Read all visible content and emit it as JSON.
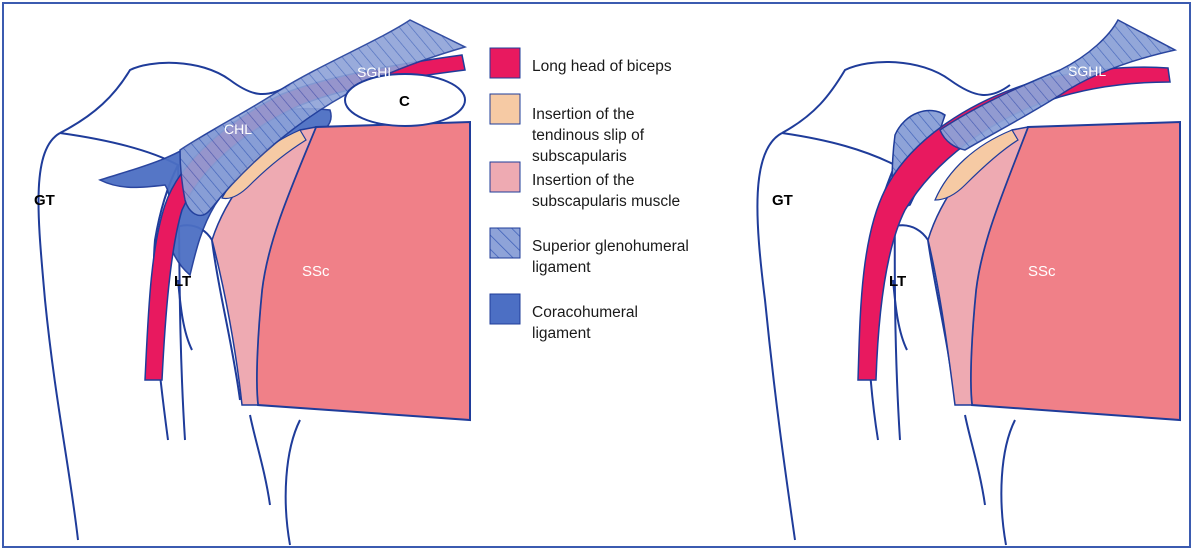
{
  "colors": {
    "outline": "#1f3c9a",
    "biceps": "#e8195f",
    "tendinous_slip": "#f6caa4",
    "subscapularis_muscle": "#eeaab2",
    "ssc": "#f08088",
    "sghl": "#8ea3d8",
    "chl": "#4c6fc4",
    "frame": "#3b5bb0"
  },
  "legend": {
    "items": [
      {
        "label": "Long head of biceps",
        "color": "#e8195f",
        "style": "solid"
      },
      {
        "label": "Insertion of the tendinous slip of subscapularis",
        "color": "#f6caa4",
        "style": "solid"
      },
      {
        "label": "Insertion of the subscapularis muscle",
        "color": "#eeaab2",
        "style": "solid"
      },
      {
        "label": "Superior glenohumeral ligament",
        "color": "#8ea3d8",
        "style": "hatched"
      },
      {
        "label": "Coracohumeral ligament",
        "color": "#4c6fc4",
        "style": "solid"
      }
    ]
  },
  "left_panel": {
    "labels": {
      "gt": "GT",
      "lt": "LT",
      "ssc": "SSc",
      "c": "C",
      "chl": "CHL",
      "sghl": "SGHL"
    }
  },
  "right_panel": {
    "labels": {
      "gt": "GT",
      "lt": "LT",
      "ssc": "SSc",
      "sghl": "SGHL"
    }
  }
}
